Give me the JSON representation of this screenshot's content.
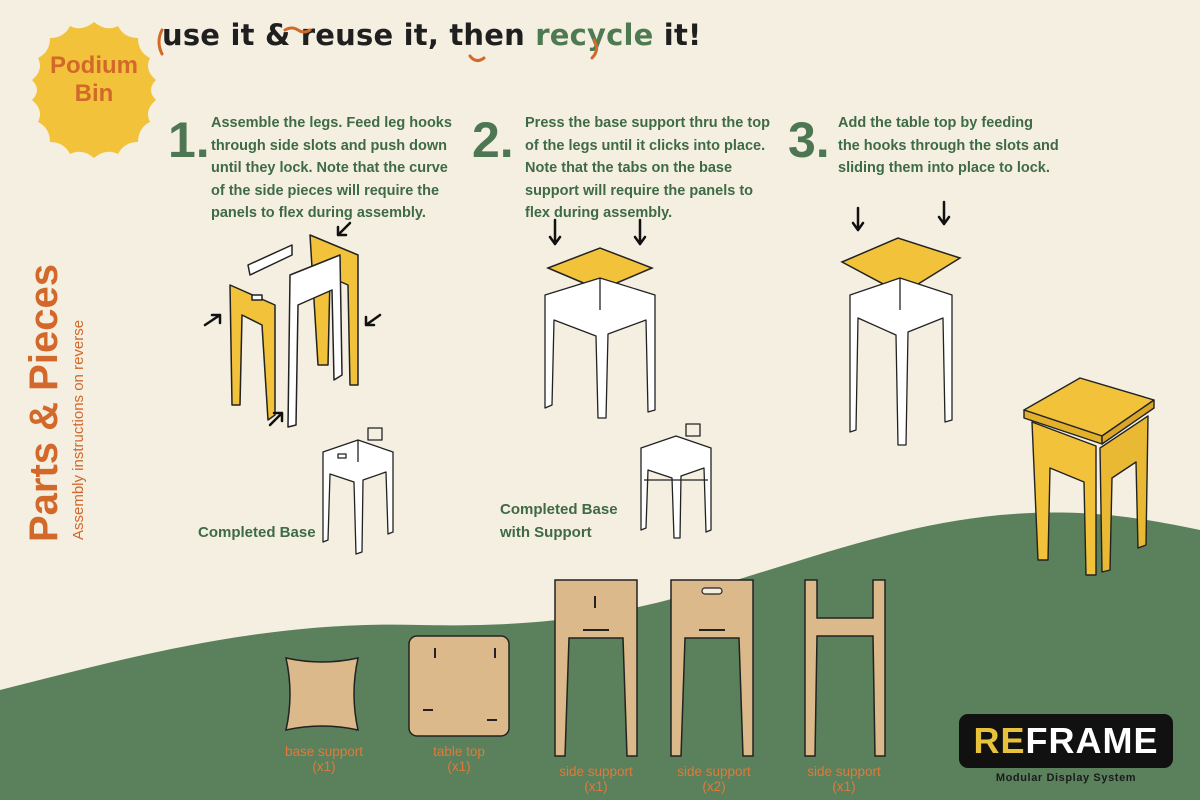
{
  "badge": {
    "line1": "Podium",
    "line2": "Bin"
  },
  "tagline": {
    "part1": "use it & ",
    "part2": "reuse it",
    "part3": ", then ",
    "part4": "recycle",
    "part5": " it!"
  },
  "side_title": {
    "title": "Parts & Pieces",
    "subtitle": "Assembly instructions on reverse"
  },
  "steps": [
    {
      "number": "1.",
      "lines": [
        "Assemble the legs. Feed leg hooks",
        "through side slots and push down",
        "until they lock. Note that the curve",
        "of the side pieces will require the",
        "panels to flex during assembly."
      ]
    },
    {
      "number": "2.",
      "lines": [
        "Press the base support thru the top",
        "of the legs until it clicks into place.",
        "Note that the tabs on the base",
        "support will require the panels to",
        "flex during assembly."
      ]
    },
    {
      "number": "3.",
      "lines": [
        "Add the table top by feeding",
        "the hooks through the slots and",
        "sliding them into place to lock."
      ]
    }
  ],
  "captions": {
    "completed_base": "Completed Base",
    "completed_base_support_1": "Completed Base",
    "completed_base_support_2": "with Support"
  },
  "parts": [
    {
      "name": "base support",
      "qty": "(x1)"
    },
    {
      "name": "table top",
      "qty": "(x1)"
    },
    {
      "name": "side support",
      "qty": "(x1)"
    },
    {
      "name": "side support",
      "qty": "(x2)"
    },
    {
      "name": "side support",
      "qty": "(x1)"
    }
  ],
  "logo": {
    "re": "RE",
    "frame": "FRAME",
    "subtitle": "Modular Display System"
  },
  "colors": {
    "background": "#f4efe1",
    "hill_green": "#5a805c",
    "orange": "#d2692b",
    "yellow": "#f2c33a",
    "wood": "#dcb98a",
    "dark_green_text": "#3e6a46"
  }
}
